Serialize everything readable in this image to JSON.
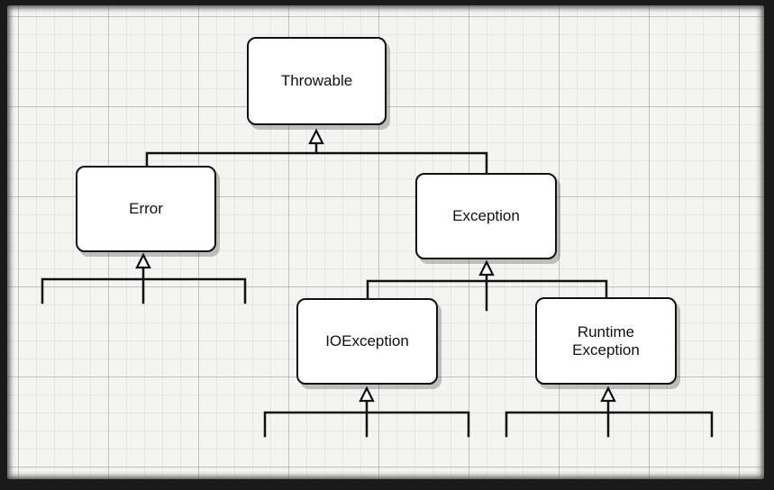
{
  "diagram": {
    "nodes": {
      "throwable": "Throwable",
      "error": "Error",
      "exception": "Exception",
      "ioexception": "IOException",
      "runtime_exception": "Runtime\nException"
    },
    "edges": [
      {
        "from": "error",
        "to": "throwable"
      },
      {
        "from": "exception",
        "to": "throwable"
      },
      {
        "from": "ioexception",
        "to": "exception"
      },
      {
        "from": "runtime_exception",
        "to": "exception"
      }
    ],
    "colors": {
      "line": "#111111",
      "box_fill": "#ffffff",
      "paper": "#f4f4f2"
    }
  }
}
